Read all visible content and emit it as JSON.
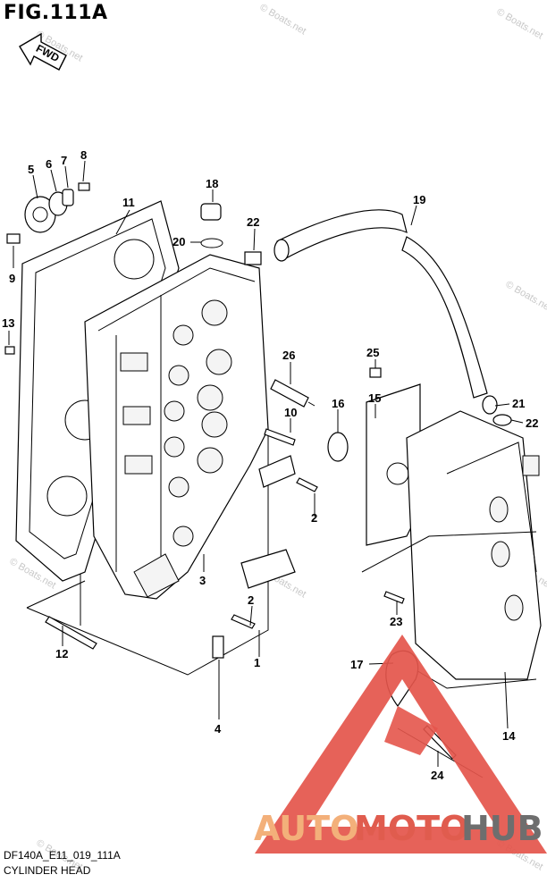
{
  "figure": {
    "title": "FIG.111A",
    "fwd_label": "FWD",
    "code": "DF140A_E11_019_111A",
    "caption": "CYLINDER HEAD"
  },
  "callouts": [
    "1",
    "2",
    "2",
    "3",
    "4",
    "5",
    "6",
    "7",
    "8",
    "9",
    "10",
    "11",
    "12",
    "13",
    "14",
    "15",
    "16",
    "17",
    "18",
    "19",
    "20",
    "21",
    "22",
    "22",
    "23",
    "24",
    "25",
    "26"
  ],
  "watermark": "© Boats.net",
  "logo": {
    "part1": "AUTO",
    "part2": "MOTO",
    "part3": "HUB",
    "colors": {
      "auto": "#f3b07a",
      "moto": "#e05c4e",
      "hub": "#6e6e6e",
      "triangle": "#e4554b"
    }
  }
}
